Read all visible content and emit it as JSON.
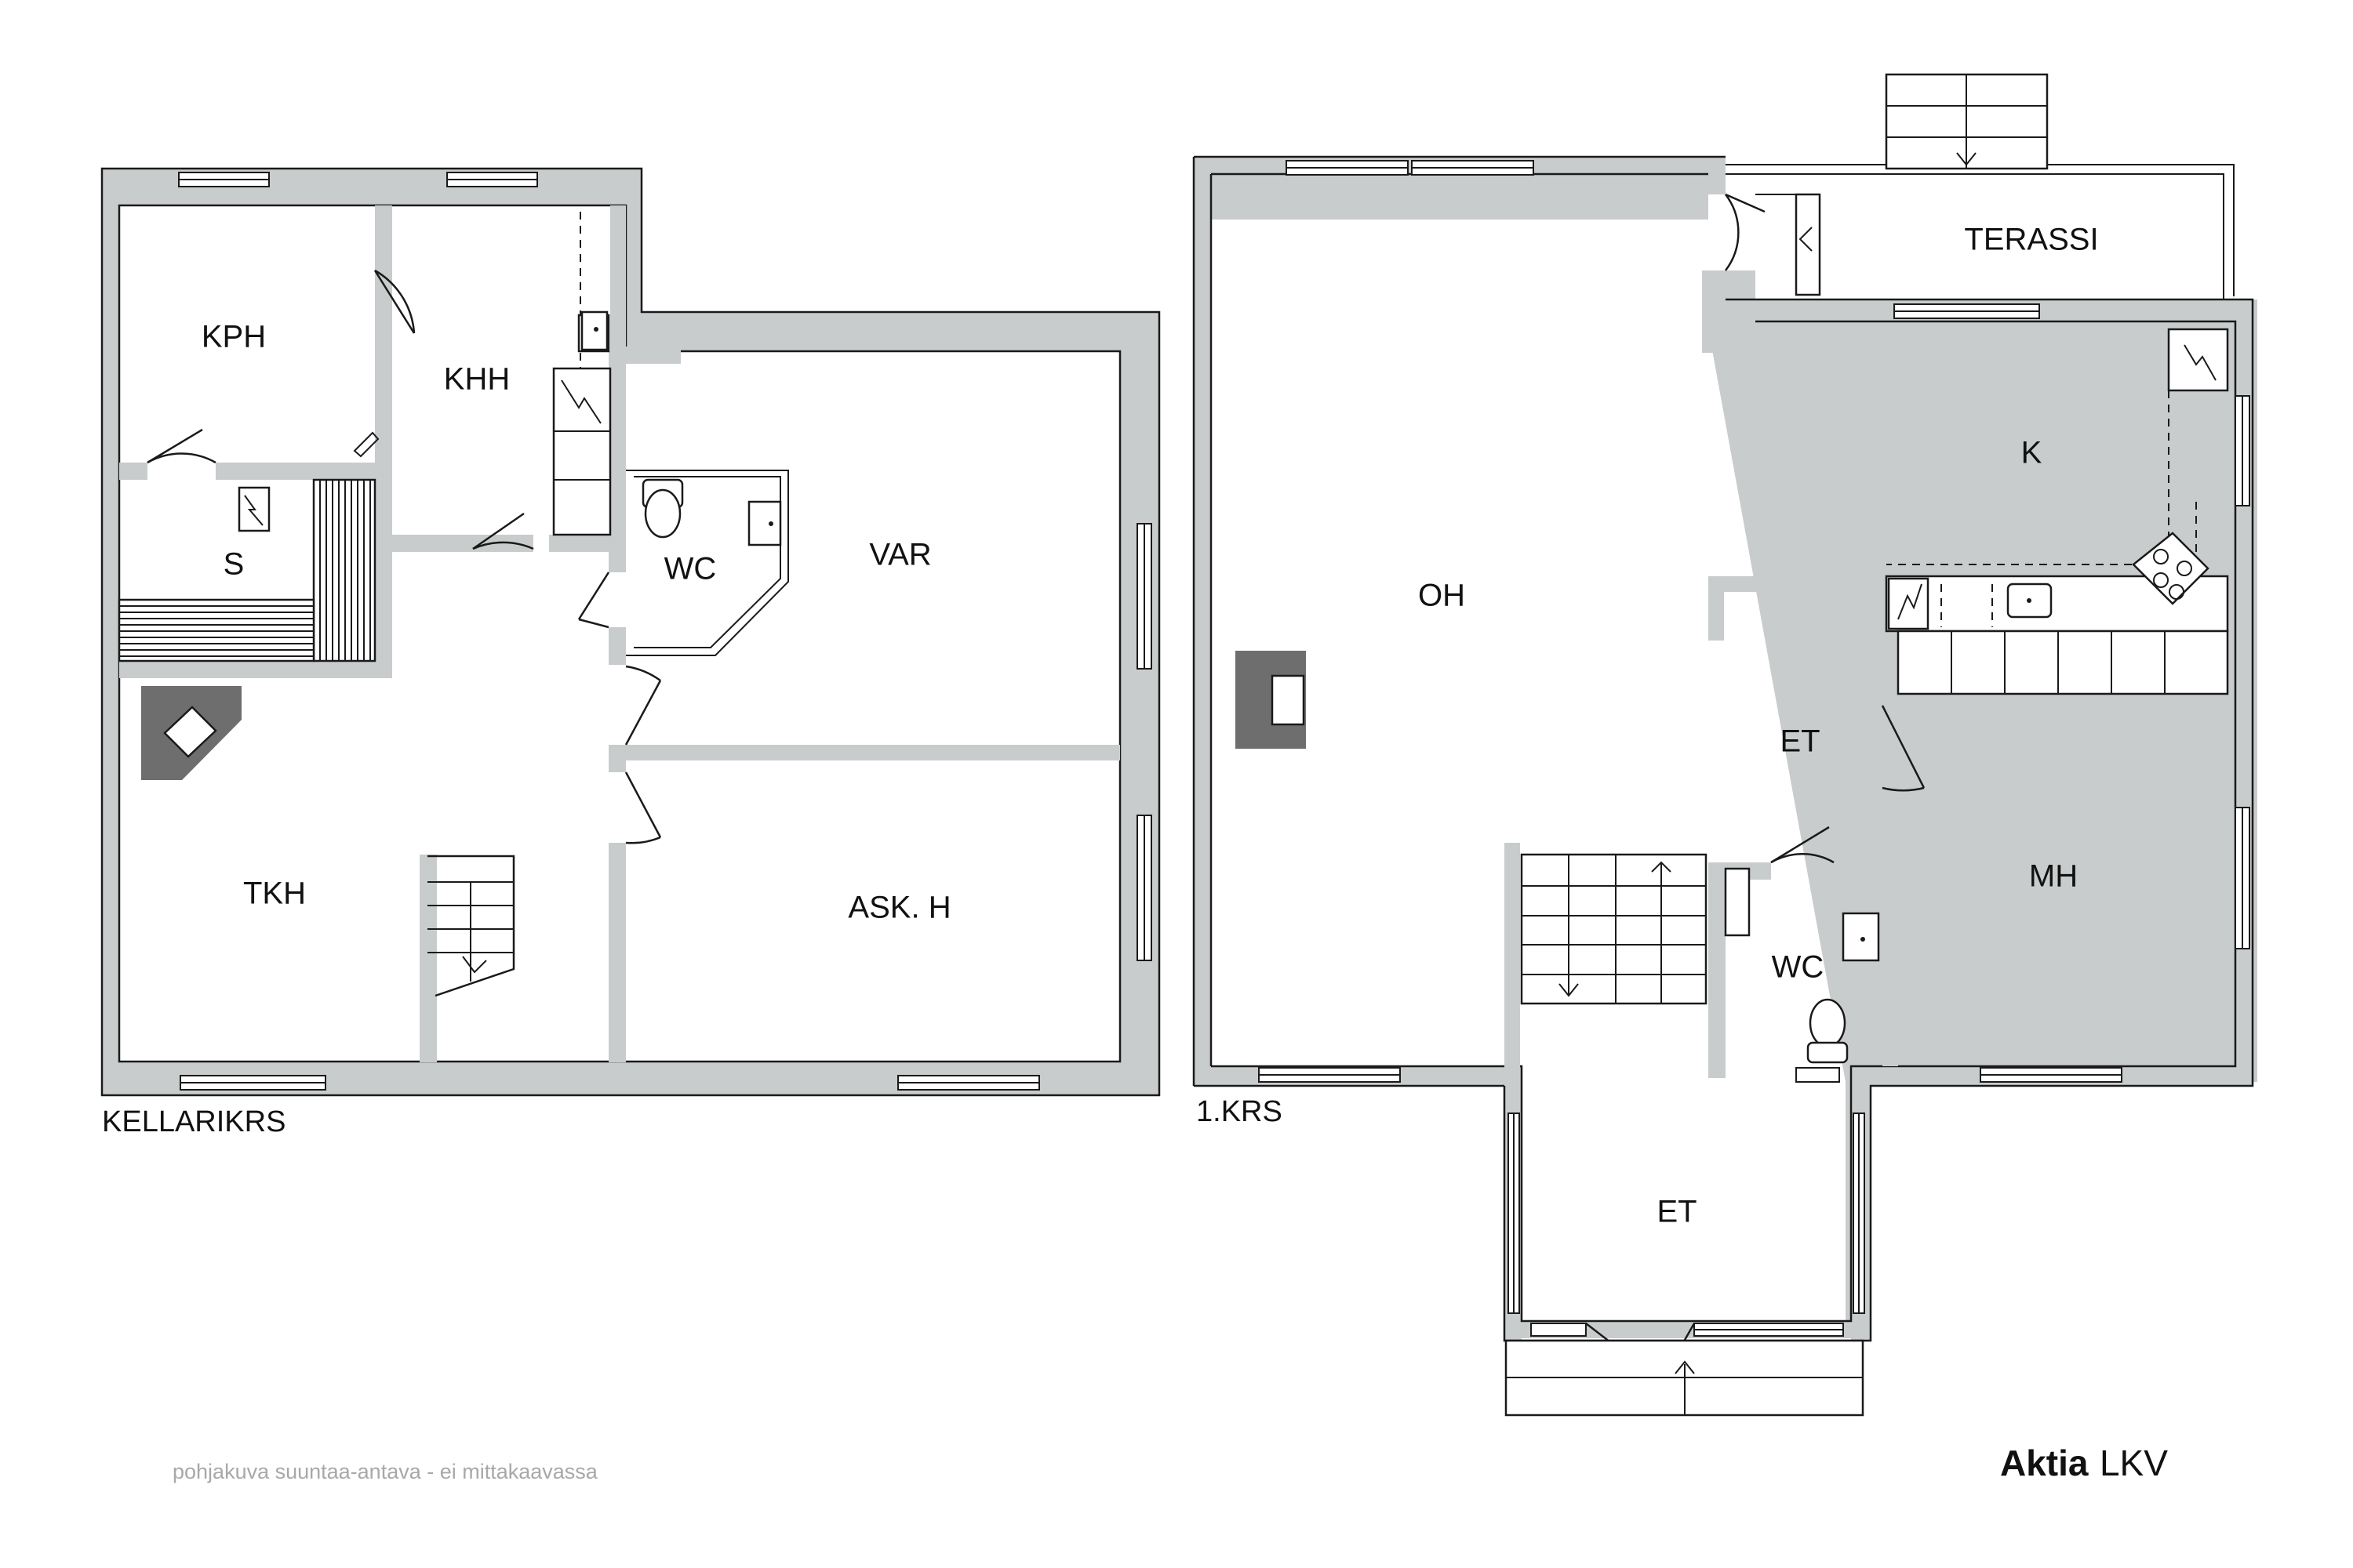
{
  "floors": [
    {
      "id": "basement",
      "label": "KELLARIKRS",
      "rooms": [
        "KPH",
        "KHH",
        "S",
        "WC",
        "VAR",
        "TKH",
        "ASK. H"
      ]
    },
    {
      "id": "first",
      "label": "1.KRS",
      "rooms": [
        "OH",
        "TERASSI",
        "K",
        "ET",
        "MH",
        "WC",
        "ET"
      ]
    }
  ],
  "disclaimer": "pohjakuva suuntaa-antava - ei mittakaavassa",
  "brand": {
    "name": "Aktia",
    "suffix": "LKV"
  },
  "colors": {
    "wall": "#c9cccc",
    "line": "#1a1a1a",
    "stove": "#6e6e6e"
  }
}
